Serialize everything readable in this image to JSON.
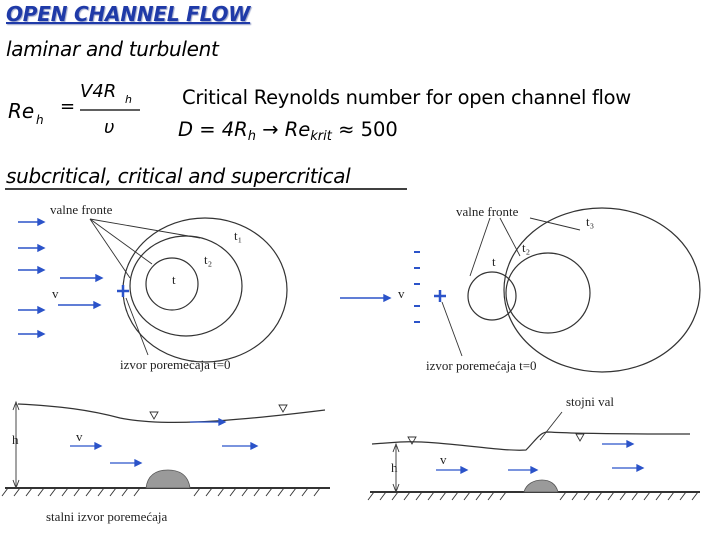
{
  "header": {
    "title": "OPEN CHANNEL FLOW",
    "subtitle": "laminar and turbulent"
  },
  "formula": {
    "lhs": "Re",
    "lhs_sub": "h",
    "equals": "=",
    "numerator": "V4R",
    "numerator_sub": "h",
    "denominator": "υ"
  },
  "critical": {
    "text": "Critical Reynolds number for open channel flow",
    "d_prefix": "D = 4R",
    "d_sub": "h",
    "arrow": "→",
    "re": "Re",
    "re_sub": "krit",
    "approx": "≈ 500"
  },
  "regimes_heading": "subcritical, critical and supercritical",
  "left_wave": {
    "fronts_label": "valne fronte",
    "t1": "t₁",
    "t2": "t₂",
    "t": "t",
    "v": "v",
    "source_label": "izvor poremećaja t=0"
  },
  "right_wave": {
    "fronts_label": "valne fronte",
    "t3": "t₃",
    "t2": "t₂",
    "t": "t",
    "v": "v",
    "source_label": "izvor poremećaja t=0"
  },
  "left_channel": {
    "h": "h",
    "v": "v",
    "label": "stalni izvor poremećaja"
  },
  "right_channel": {
    "h": "h",
    "v": "v",
    "label": "stojni val"
  },
  "colors": {
    "title": "#1f3aa8",
    "arrows": "#2b53c9",
    "source_plus": "#2b53c9",
    "obstacle": "#9a9a9a"
  }
}
